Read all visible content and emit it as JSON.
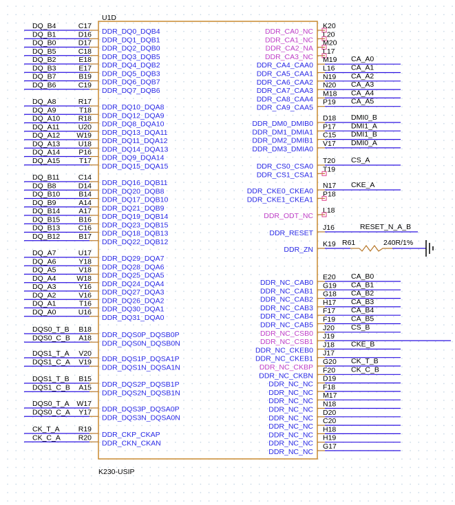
{
  "part": {
    "ref": "U1D",
    "value": "K230-USIP"
  },
  "colors": {
    "wire": "#2a10e0",
    "pin": "#b8782a",
    "body": "#c8882e",
    "nc_marker": "#e0408a",
    "label": "#2a2ae6",
    "label_nc": "#c040c8"
  },
  "left_groups": [
    [
      [
        "DQ_B4",
        "C17",
        "DDR_DQ0_DQB4"
      ],
      [
        "DQ_B1",
        "D16",
        "DDR_DQ1_DQB1"
      ],
      [
        "DQ_B0",
        "D17",
        "DDR_DQ2_DQB0"
      ],
      [
        "DQ_B5",
        "C18",
        "DDR_DQ3_DQB5"
      ],
      [
        "DQ_B2",
        "E18",
        "DDR_DQ4_DQB2"
      ],
      [
        "DQ_B3",
        "E17",
        "DDR_DQ5_DQB3"
      ],
      [
        "DQ_B7",
        "B19",
        "DDR_DQ6_DQB7"
      ],
      [
        "DQ_B6",
        "C19",
        "DDR_DQ7_DQB6"
      ]
    ],
    [
      [
        "DQ_A8",
        "R17",
        "DDR_DQ10_DQA8"
      ],
      [
        "DQ_A9",
        "T18",
        "DDR_DQ12_DQA9"
      ],
      [
        "DQ_A10",
        "R18",
        "DDR_DQ8_DQA10"
      ],
      [
        "DQ_A11",
        "U20",
        "DDR_DQ13_DQA11"
      ],
      [
        "DQ_A12",
        "W19",
        "DDR_DQ11_DQA12"
      ],
      [
        "DQ_A13",
        "U18",
        "DDR_DQ14_DQA13"
      ],
      [
        "DQ_A14",
        "P16",
        "DDR_DQ9_DQA14"
      ],
      [
        "DQ_A15",
        "T17",
        "DDR_DQ15_DQA15"
      ]
    ],
    [
      [
        "DQ_B11",
        "C14",
        "DDR_DQ16_DQB11"
      ],
      [
        "DQ_B8",
        "D14",
        "DDR_DQ20_DQB8"
      ],
      [
        "DQ_B10",
        "B14",
        "DDR_DQ17_DQB10"
      ],
      [
        "DQ_B9",
        "A14",
        "DDR_DQ21_DQB9"
      ],
      [
        "DQ_B14",
        "A17",
        "DDR_DQ19_DQB14"
      ],
      [
        "DQ_B15",
        "B16",
        "DDR_DQ23_DQB15"
      ],
      [
        "DQ_B13",
        "C16",
        "DDR_DQ18_DQB13"
      ],
      [
        "DQ_B12",
        "B17",
        "DDR_DQ22_DQB12"
      ]
    ],
    [
      [
        "DQ_A7",
        "U17",
        "DDR_DQ29_DQA7"
      ],
      [
        "DQ_A6",
        "Y18",
        "DDR_DQ28_DQA6"
      ],
      [
        "DQ_A5",
        "V18",
        "DDR_DQ25_DQA5"
      ],
      [
        "DQ_A4",
        "W18",
        "DDR_DQ24_DQA4"
      ],
      [
        "DQ_A3",
        "Y16",
        "DDR_DQ27_DQA3"
      ],
      [
        "DQ_A2",
        "V16",
        "DDR_DQ26_DQA2"
      ],
      [
        "DQ_A1",
        "T16",
        "DDR_DQ30_DQA1"
      ],
      [
        "DQ_A0",
        "U16",
        "DDR_DQ31_DQA0"
      ]
    ],
    [
      [
        "DQS0_T_B",
        "B18",
        "DDR_DQS0P_DQSB0P"
      ],
      [
        "DQS0_C_B",
        "A18",
        "DDR_DQS0N_DQSB0N"
      ]
    ],
    [
      [
        "DQS1_T_A",
        "V20",
        "DDR_DQS1P_DQSA1P"
      ],
      [
        "DQS1_C_A",
        "V19",
        "DDR_DQS1N_DQSA1N"
      ]
    ],
    [
      [
        "DQS1_T_B",
        "B15",
        "DDR_DQS2P_DQSB1P"
      ],
      [
        "DQS1_C_B",
        "A15",
        "DDR_DQS2N_DQSB1N"
      ]
    ],
    [
      [
        "DQS0_T_A",
        "W17",
        "DDR_DQS3P_DQSA0P"
      ],
      [
        "DQS0_C_A",
        "Y17",
        "DDR_DQS3N_DQSA0N"
      ]
    ],
    [
      [
        "CK_T_A",
        "R19",
        "DDR_CKP_CKAP"
      ],
      [
        "CK_C_A",
        "R20",
        "DDR_CKN_CKAN"
      ]
    ]
  ],
  "right_groups": [
    [
      {
        "label": "DDR_CA0_NC",
        "pin": "K20",
        "nc": true
      },
      {
        "label": "DDR_CA1_NC",
        "pin": "L20",
        "nc": true
      },
      {
        "label": "DDR_CA2_NA",
        "pin": "M20",
        "nc": true
      },
      {
        "label": "DDR_CA3_NC",
        "pin": "L17",
        "nc": true
      },
      {
        "label": "DDR_CA4_CAA0",
        "pin": "M19",
        "net": "CA_A0"
      },
      {
        "label": "DDR_CA5_CAA1",
        "pin": "L16",
        "net": "CA_A1"
      },
      {
        "label": "DDR_CA6_CAA2",
        "pin": "N19",
        "net": "CA_A2"
      },
      {
        "label": "DDR_CA7_CAA3",
        "pin": "N20",
        "net": "CA_A3"
      },
      {
        "label": "DDR_CA8_CAA4",
        "pin": "M18",
        "net": "CA_A4"
      },
      {
        "label": "DDR_CA9_CAA5",
        "pin": "P19",
        "net": "CA_A5"
      }
    ],
    [
      {
        "label": "DDR_DM0_DMIB0",
        "pin": "D18",
        "net": "DMI0_B"
      },
      {
        "label": "DDR_DM1_DMIA1",
        "pin": "P17",
        "net": "DMI1_A"
      },
      {
        "label": "DDR_DM2_DMIB1",
        "pin": "C15",
        "net": "DMI1_B"
      },
      {
        "label": "DDR_DM3_DMIA0",
        "pin": "V17",
        "net": "DMI0_A"
      }
    ],
    [
      {
        "label": "DDR_CS0_CSA0",
        "pin": "T20",
        "net": "CS_A"
      },
      {
        "label": "DDR_CS1_CSA1",
        "pin": "T19",
        "nc": true
      }
    ],
    [
      {
        "label": "DDR_CKE0_CKEA0",
        "pin": "N17",
        "net": "CKE_A"
      },
      {
        "label": "DDR_CKE1_CKEA1",
        "pin": "P18",
        "nc": true
      }
    ],
    [
      {
        "label": "DDR_ODT_NC",
        "pin": "L18",
        "nc": true,
        "pink": true
      }
    ],
    [
      {
        "label": "DDR_RESET",
        "pin": "J16",
        "net": "RESET_N_A_B"
      }
    ],
    [
      {
        "label": "DDR_ZN",
        "pin": "K19",
        "resistor": {
          "ref": "R61",
          "value": "240R/1%"
        }
      }
    ],
    [
      {
        "label": "DDR_NC_CAB0",
        "pin": "E20",
        "net": "CA_B0"
      },
      {
        "label": "DDR_NC_CAB1",
        "pin": "G19",
        "net": "CA_B1"
      },
      {
        "label": "DDR_NC_CAB2",
        "pin": "G18",
        "net": "CA_B2"
      },
      {
        "label": "DDR_NC_CAB3",
        "pin": "H17",
        "net": "CA_B3"
      },
      {
        "label": "DDR_NC_CAB4",
        "pin": "F17",
        "net": "CA_B4"
      },
      {
        "label": "DDR_NC_CAB5",
        "pin": "F19",
        "net": "CA_B5"
      },
      {
        "label": "DDR_NC_CSB0",
        "pin": "J20",
        "net": "CS_B",
        "pink": true
      },
      {
        "label": "DDR_NC_CSB1",
        "pin": "J19",
        "net": "",
        "long": true,
        "pink": true
      },
      {
        "label": "DDR_NC_CKEB0",
        "pin": "J18",
        "net": "CKE_B"
      },
      {
        "label": "DDR_NC_CKEB1",
        "pin": "J17",
        "net": ""
      },
      {
        "label": "DDR_NC_CKBP",
        "pin": "G20",
        "net": "CK_T_B",
        "pink": true
      },
      {
        "label": "DDR_NC_CKBN",
        "pin": "F20",
        "net": "CK_C_B"
      },
      {
        "label": "DDR_NC_NC",
        "pin": "D19",
        "net": ""
      },
      {
        "label": "DDR_NC_NC",
        "pin": "F18",
        "net": ""
      },
      {
        "label": "DDR_NC_NC",
        "pin": "M17",
        "net": ""
      },
      {
        "label": "DDR_NC_NC",
        "pin": "N18",
        "net": ""
      },
      {
        "label": "DDR_NC_NC",
        "pin": "D20",
        "net": ""
      },
      {
        "label": "DDR_NC_NC",
        "pin": "C20",
        "net": ""
      },
      {
        "label": "DDR_NC_NC",
        "pin": "H18",
        "net": ""
      },
      {
        "label": "DDR_NC_NC",
        "pin": "H19",
        "net": ""
      },
      {
        "label": "DDR_NC_NC",
        "pin": "G17",
        "net": ""
      }
    ]
  ]
}
